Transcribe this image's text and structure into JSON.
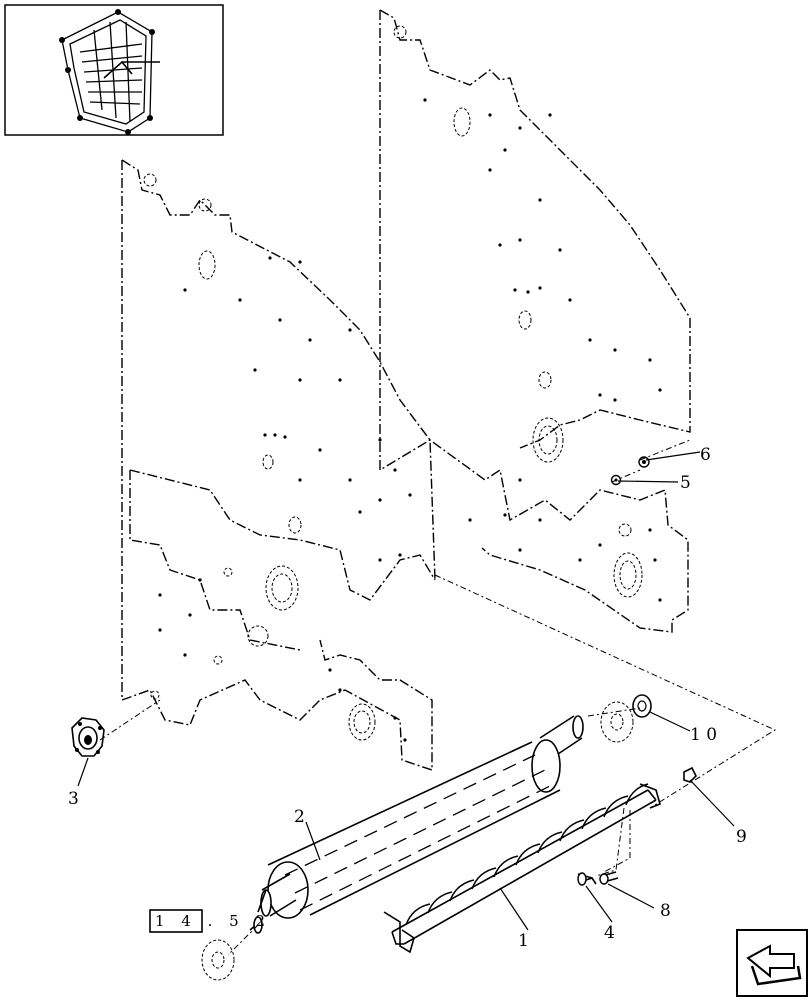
{
  "callouts": {
    "c1": "1",
    "c2": "2",
    "c3": "3",
    "c4": "4",
    "c5": "5",
    "c6": "6",
    "c8": "8",
    "c9": "9",
    "c10": "1 0"
  },
  "reference": "1 4 . 5 2",
  "nav": {
    "icon": "next-page-arrow-icon"
  }
}
